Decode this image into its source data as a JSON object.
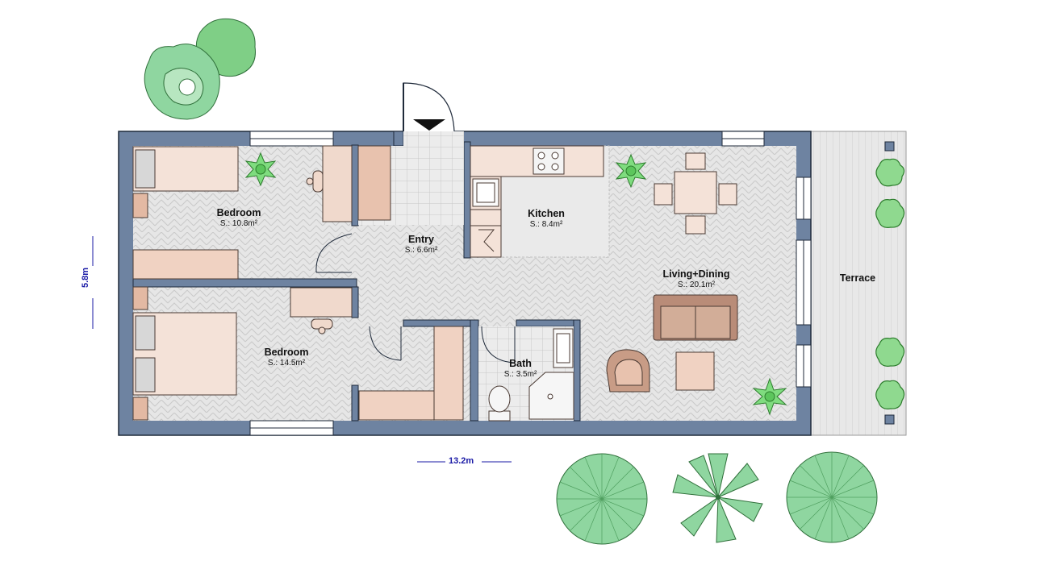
{
  "rooms": {
    "bedroom1": {
      "name": "Bedroom",
      "area": "S.: 10.8m²"
    },
    "bedroom2": {
      "name": "Bedroom",
      "area": "S.: 14.5m²"
    },
    "entry": {
      "name": "Entry",
      "area": "S.: 6.6m²"
    },
    "kitchen": {
      "name": "Kitchen",
      "area": "S.: 8.4m²"
    },
    "living": {
      "name": "Living+Dining",
      "area": "S.: 20.1m²"
    },
    "bath": {
      "name": "Bath",
      "area": "S.: 3.5m²"
    },
    "terrace": {
      "name": "Terrace"
    }
  },
  "dimensions": {
    "width": "13.2m",
    "height": "5.8m"
  },
  "colors": {
    "wall": "#6e83a1",
    "wall_outline": "#1f2a3a",
    "floor": "#e4e4e4",
    "furniture": "#f0d9cc",
    "furniture_dark": "#e3b9a3",
    "sofa": "#c89c86",
    "terrace": "#e6e6e6",
    "tree_green": "#8fd6a0",
    "shrub_green": "#8fd98f",
    "dimension": "#1a1aa6"
  }
}
